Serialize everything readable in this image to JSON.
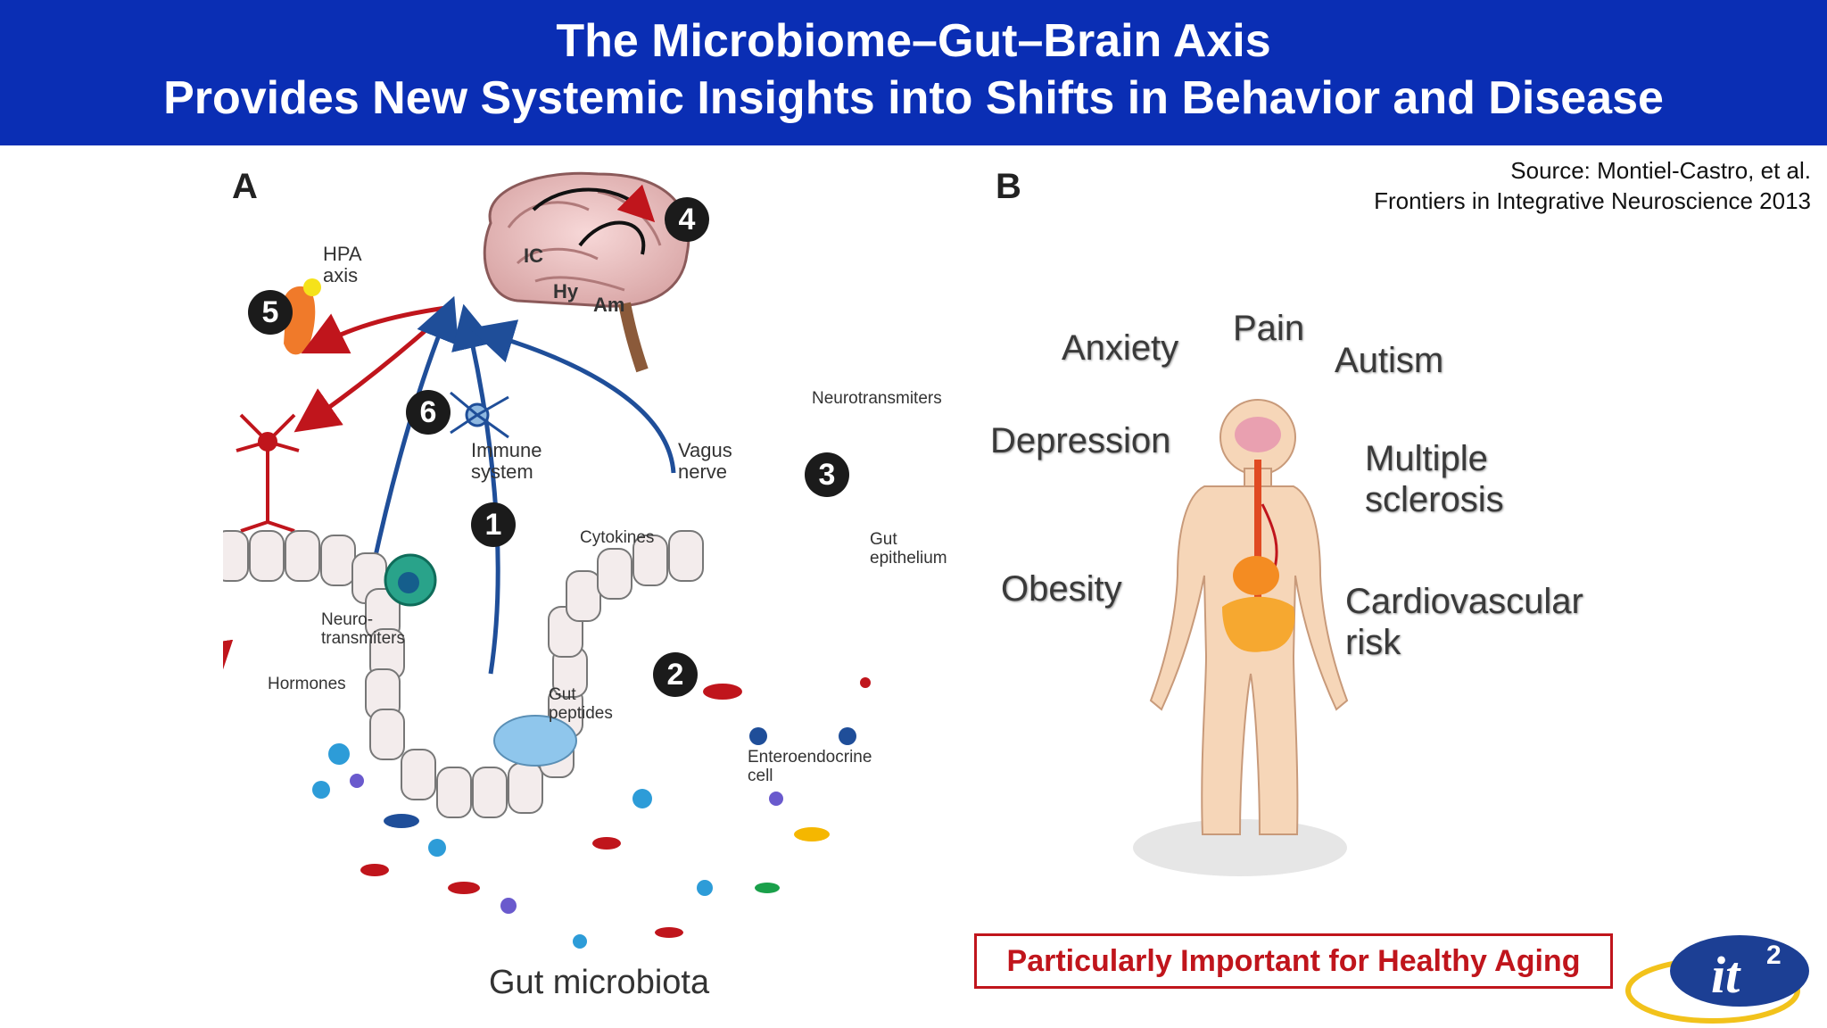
{
  "header": {
    "line1": "The Microbiome–Gut–Brain Axis",
    "line2": "Provides New Systemic Insights into Shifts in Behavior and Disease"
  },
  "source": {
    "line1": "Source: Montiel-Castro, et al.",
    "line2": "Frontiers in Integrative Neuroscience 2013"
  },
  "panel_a": {
    "label": "A",
    "hpa_axis": "HPA\naxis",
    "brain_ic": "IC",
    "brain_hy": "Hy",
    "brain_am": "Am",
    "immune_system": "Immune\nsystem",
    "vagus_nerve": "Vagus\nnerve",
    "neurotransmitters": "Neurotransmiters",
    "cytokines": "Cytokines",
    "gut_epithelium": "Gut\nepithelium",
    "neuro_transmiters": "Neuro-\ntransmiters",
    "hormones": "Hormones",
    "gut_peptides": "Gut\npeptides",
    "enteroendocrine_cell": "Enteroendocrine\ncell",
    "gut_microbiota": "Gut microbiota",
    "numbers": [
      "1",
      "2",
      "3",
      "4",
      "5",
      "6"
    ]
  },
  "panel_b": {
    "label": "B",
    "conditions": {
      "anxiety": "Anxiety",
      "pain": "Pain",
      "autism": "Autism",
      "depression": "Depression",
      "multiple_sclerosis": "Multiple\nsclerosis",
      "obesity": "Obesity",
      "cardiovascular_risk": "Cardiovascular\nrisk"
    }
  },
  "callout": "Particularly Important for Healthy Aging",
  "logo": {
    "text": "it",
    "superscript": "2"
  },
  "colors": {
    "header_bg": "#0a2eb4",
    "header_text": "#ffffff",
    "callout": "#c0151c",
    "arrow_red": "#c0151c",
    "arrow_blue": "#1f4e99",
    "logo_blue": "#1c3f94",
    "logo_gold": "#f2c21b"
  }
}
